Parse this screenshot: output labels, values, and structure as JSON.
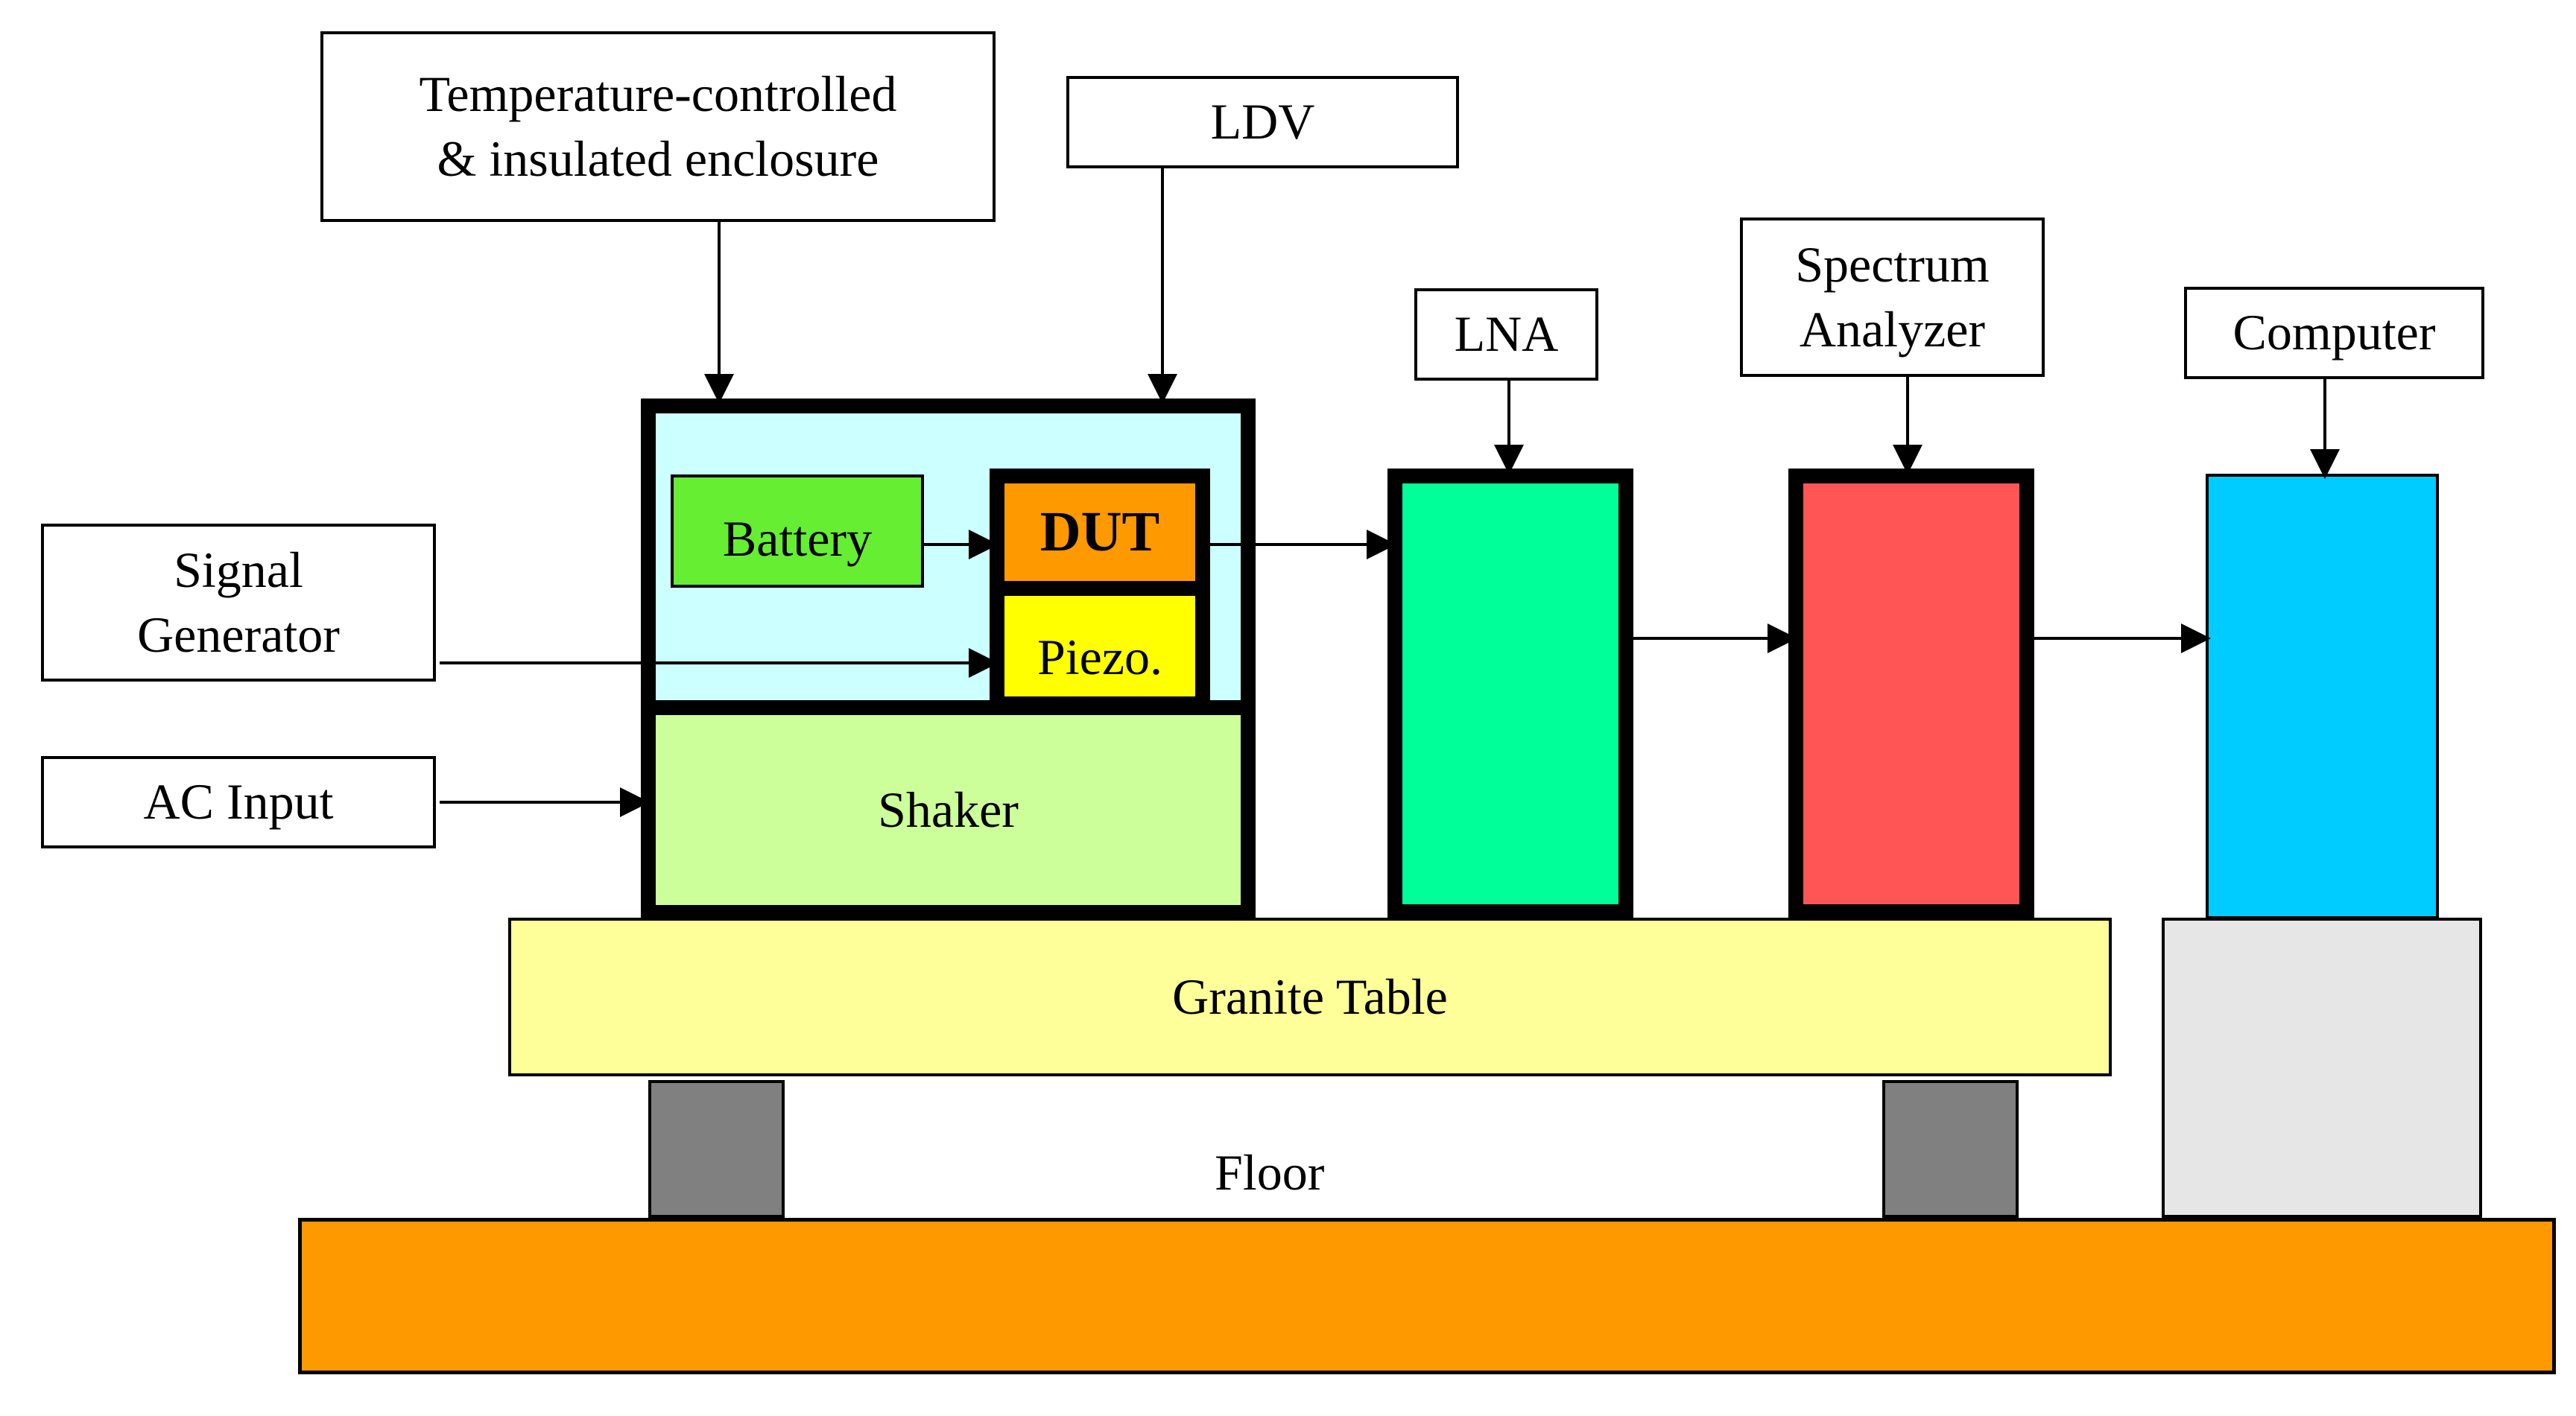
{
  "labels": {
    "enclosure": "Temperature-controlled\n& insulated enclosure",
    "ldv": "LDV",
    "lna": "LNA",
    "spectrum_analyzer": "Spectrum\nAnalyzer",
    "computer": "Computer",
    "signal_generator": "Signal\nGenerator",
    "ac_input": "AC Input"
  },
  "blocks": {
    "battery": "Battery",
    "dut": "DUT",
    "piezo": "Piezo.",
    "shaker": "Shaker",
    "granite_table": "Granite Table",
    "floor": "Floor"
  },
  "colors": {
    "enclosure_fill": "#CCFFFF",
    "battery_fill": "#66EE33",
    "dut_fill": "#FF9900",
    "piezo_fill": "#FFFF00",
    "shaker_fill": "#CCFF99",
    "lna_fill": "#00FF99",
    "spectrum_fill": "#FF5555",
    "computer_fill": "#00CCFF",
    "granite_fill": "#FFFF99",
    "stand_fill": "#E6E6E6",
    "leg_fill": "#808080",
    "floor_fill": "#FF9900"
  }
}
